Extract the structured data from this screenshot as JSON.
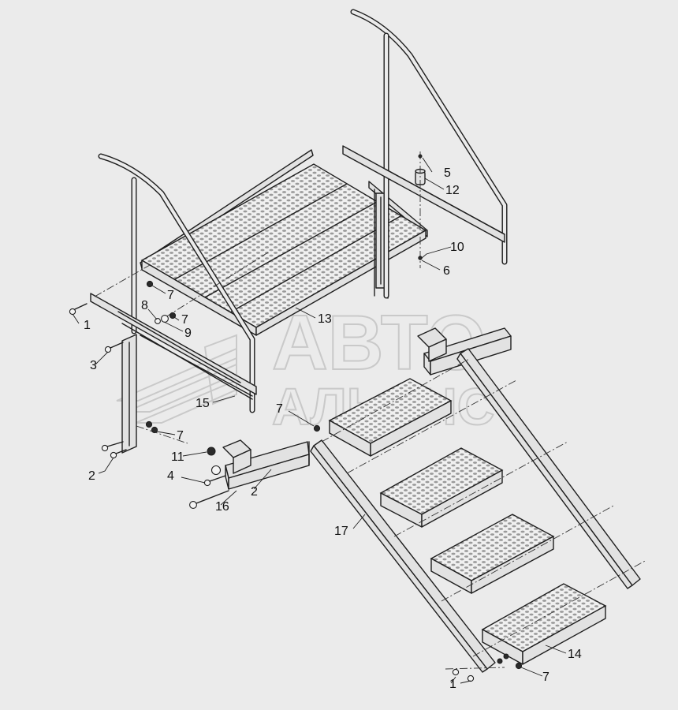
{
  "watermark": {
    "line1": "АВТО",
    "line2": "АЛЬЯНС"
  },
  "labels": [
    {
      "id": "l1a",
      "text": "1"
    },
    {
      "id": "l1b",
      "text": "1"
    },
    {
      "id": "l2a",
      "text": "2"
    },
    {
      "id": "l2b",
      "text": "2"
    },
    {
      "id": "l3",
      "text": "3"
    },
    {
      "id": "l4",
      "text": "4"
    },
    {
      "id": "l5",
      "text": "5"
    },
    {
      "id": "l6",
      "text": "6"
    },
    {
      "id": "l7a",
      "text": "7"
    },
    {
      "id": "l7b",
      "text": "7"
    },
    {
      "id": "l7c",
      "text": "7"
    },
    {
      "id": "l7d",
      "text": "7"
    },
    {
      "id": "l7e",
      "text": "7"
    },
    {
      "id": "l8",
      "text": "8"
    },
    {
      "id": "l9",
      "text": "9"
    },
    {
      "id": "l10",
      "text": "10"
    },
    {
      "id": "l11",
      "text": "11"
    },
    {
      "id": "l12",
      "text": "12"
    },
    {
      "id": "l13",
      "text": "13"
    },
    {
      "id": "l14",
      "text": "14"
    },
    {
      "id": "l15",
      "text": "15"
    },
    {
      "id": "l16",
      "text": "16"
    },
    {
      "id": "l17",
      "text": "17"
    }
  ]
}
